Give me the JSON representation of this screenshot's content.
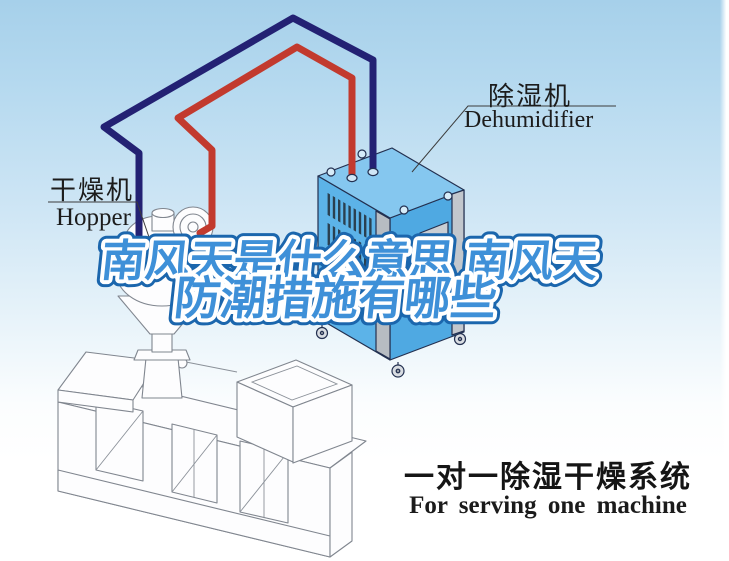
{
  "scene": {
    "background_top_color": "#a6d0ea",
    "background_bottom_color": "#ffffff"
  },
  "labels": {
    "hopper": {
      "zh": "干燥机",
      "en": "Hopper"
    },
    "dehumidifier": {
      "zh": "除湿机",
      "en": "Dehumidifier"
    }
  },
  "pipes": {
    "supply_color": "#232173",
    "return_color": "#c23a2e"
  },
  "dehumidifier_colors": {
    "top": "#85c7ef",
    "front": "#5cb3e8",
    "side": "#4fa9e2"
  },
  "title_overlay": {
    "line1": "南风天是什么意思 南风天",
    "line2": "防潮措施有哪些",
    "fill": "#3e90d8",
    "inner_outline": "#ffffff",
    "outer_outline": "#1b66ad"
  },
  "caption": {
    "zh": "一对一除湿干燥系统",
    "en": "For serving one machine"
  }
}
